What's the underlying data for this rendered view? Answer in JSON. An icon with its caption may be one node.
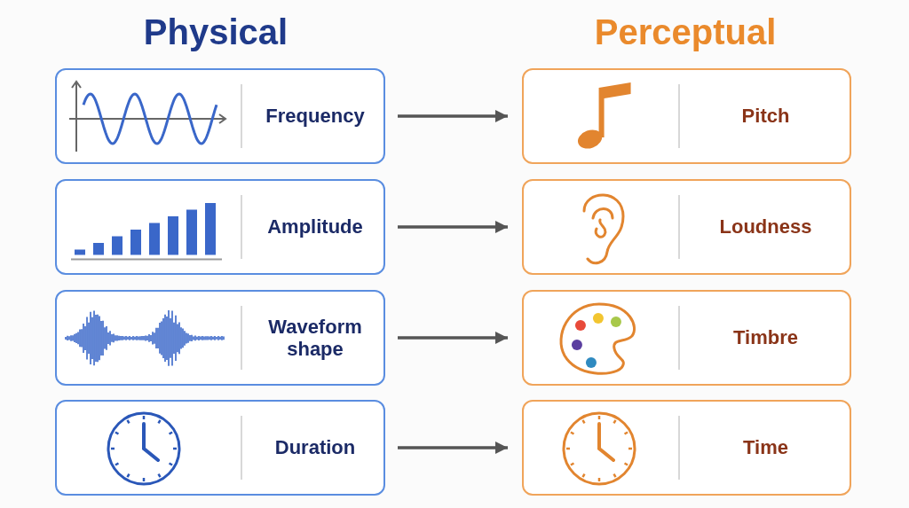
{
  "diagram": {
    "nodes": [
      {
        "text": [
          "Frequency"
        ]
      },
      {
        "text": [
          "Amplitude"
        ]
      },
      {
        "text": [
          "Waveform shape"
        ]
      },
      {
        "text": [
          "Duration"
        ]
      },
      {
        "text": [
          "Pitch"
        ]
      },
      {
        "text": [
          "Loudness"
        ]
      },
      {
        "text": [
          "Timbre"
        ]
      },
      {
        "text": [
          "Time"
        ]
      }
    ],
    "edges": [
      {
        "from": 0,
        "to": 4,
        "arrow": "to"
      },
      {
        "from": 1,
        "to": 5,
        "arrow": "to"
      },
      {
        "from": 2,
        "to": 6,
        "arrow": "to"
      },
      {
        "from": 3,
        "to": 7,
        "arrow": "to"
      }
    ],
    "labels": [
      "Physical",
      "Perceptual"
    ]
  }
}
